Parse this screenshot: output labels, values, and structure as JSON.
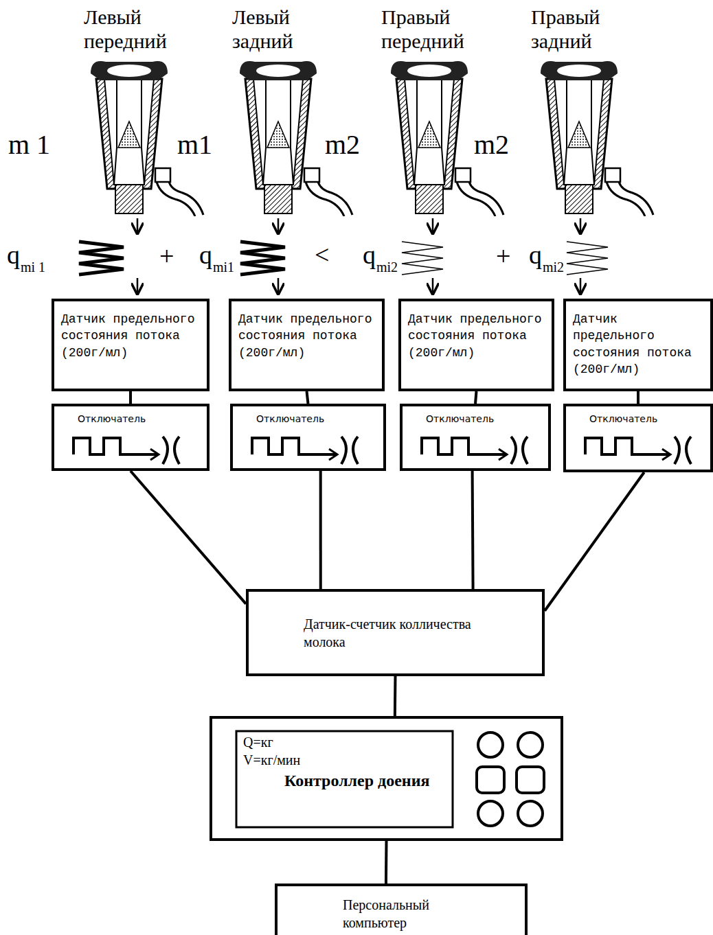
{
  "diagram": {
    "nodes": [
      {
        "text": [
          "Датчик предельного состояния потока (200г/мл)"
        ]
      },
      {
        "text": [
          "Датчик предельного состояния потока (200г/мл)"
        ]
      },
      {
        "text": [
          "Датчик предельного состояния потока (200г/мл)"
        ]
      },
      {
        "text": [
          "Датчик предельного состояния потока (200г/мл)"
        ]
      },
      {
        "text": [
          "Отключатель"
        ]
      },
      {
        "text": [
          "Отключатель"
        ]
      },
      {
        "text": [
          "Отключатель"
        ]
      },
      {
        "text": [
          "Отключатель"
        ]
      },
      {
        "text": [
          "Датчик-счетчик колличества молока"
        ]
      },
      {
        "text": [
          "Q=кг",
          "V=кг/мин",
          "Контроллер доения"
        ]
      },
      {
        "text": [
          "Персональный компьютер"
        ]
      }
    ],
    "edges": [
      {
        "from": 0,
        "to": 4,
        "arrow": "none"
      },
      {
        "from": 1,
        "to": 5,
        "arrow": "none"
      },
      {
        "from": 2,
        "to": 6,
        "arrow": "none"
      },
      {
        "from": 3,
        "to": 7,
        "arrow": "none"
      },
      {
        "from": 4,
        "to": 8,
        "arrow": "none"
      },
      {
        "from": 5,
        "to": 8,
        "arrow": "none"
      },
      {
        "from": 6,
        "to": 8,
        "arrow": "none"
      },
      {
        "from": 7,
        "to": 8,
        "arrow": "none"
      },
      {
        "from": 8,
        "to": 9,
        "arrow": "none"
      },
      {
        "from": 9,
        "to": 10,
        "arrow": "none"
      }
    ],
    "labels": [
      "Левый передний",
      "Левый задний",
      "Правый передний",
      "Правый задний",
      "m 1",
      "m1",
      "m2",
      "m2",
      "q",
      "mi 1",
      "+",
      "q",
      "mi1",
      "<",
      "q",
      "mi2",
      "+",
      "q",
      "mi2"
    ]
  }
}
